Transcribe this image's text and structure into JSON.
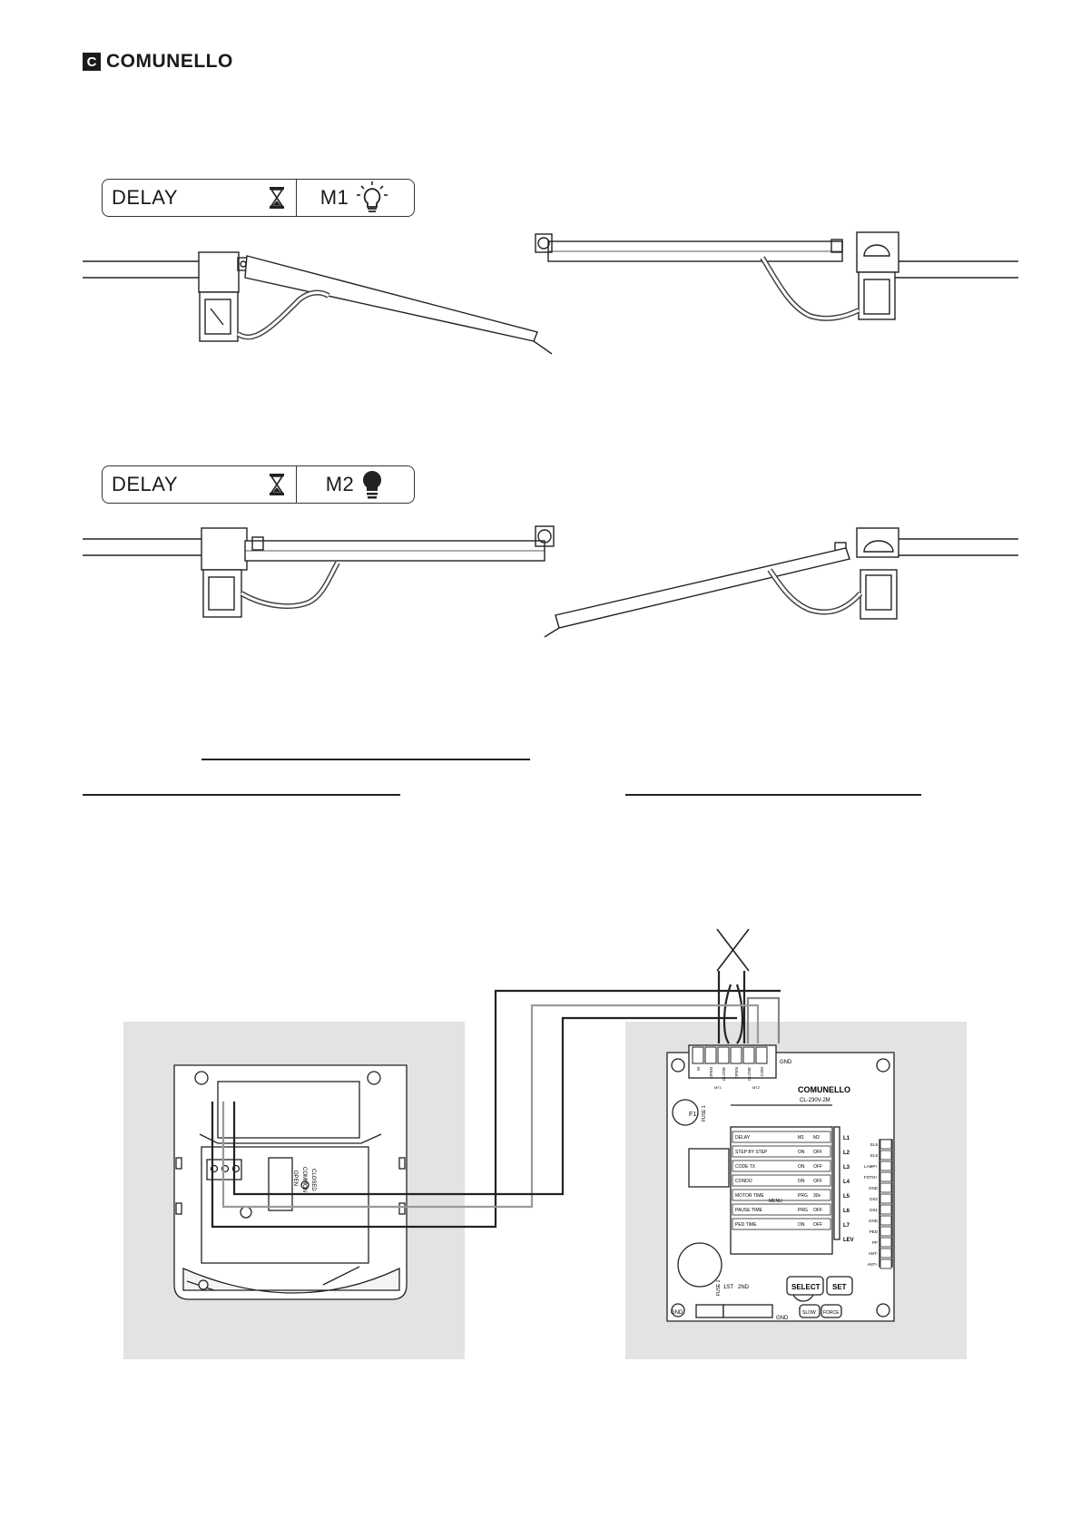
{
  "brand": {
    "name": "COMUNELLO",
    "mark": "C"
  },
  "panel1": {
    "left_label": "DELAY",
    "hourglass": "hourglass-icon",
    "right_label": "M1",
    "bulb": "bulb-on-icon"
  },
  "panel2": {
    "left_label": "DELAY",
    "hourglass": "hourglass-icon",
    "right_label": "M2",
    "bulb": "bulb-filled-icon"
  },
  "board": {
    "brand": "COMUNELLO",
    "model": "CL-230V-2M",
    "gnd_label": "GND",
    "fuse1": "FUSE 1",
    "fuse2": "FUSE 2",
    "f_label": "F1",
    "top_terminals": [
      "M",
      "OPEN",
      "CLOSE",
      "OPEN",
      "CLOSE",
      "COM"
    ],
    "motor_groups": [
      "MT1",
      "MT2"
    ],
    "menu": [
      {
        "name": "DELAY",
        "val1": "M1",
        "val2": "M2"
      },
      {
        "name": "STEP BY STEP",
        "val1": "ON",
        "val2": "OFF"
      },
      {
        "name": "CODE TX",
        "val1": "ON",
        "val2": "OFF"
      },
      {
        "name": "CONDO",
        "val1": "ON",
        "val2": "OFF"
      },
      {
        "name": "MOTOR TIME",
        "val1": "PRG",
        "val2": "30s"
      },
      {
        "name": "PAUSE TIME",
        "val1": "PRG",
        "val2": "OFF"
      },
      {
        "name": "PED TIME",
        "val1": "ON",
        "val2": "OFF"
      }
    ],
    "menu_button": "MENU",
    "leds": [
      "L1",
      "L2",
      "L3",
      "L4",
      "L5",
      "L6",
      "L7",
      "LEV"
    ],
    "right_terminals": [
      "EL5",
      "EL5",
      "LAMP+",
      "FOTO+",
      "GND",
      "DS2",
      "DS1",
      "GND",
      "PED",
      "PP",
      "ANT-",
      "ANT+"
    ],
    "select": "SELECT",
    "set": "SET",
    "btn_1st": "1ST",
    "btn_2nd": "2ND",
    "slow": "SLOW",
    "force": "FORCE",
    "gnd_bottom_left": "GND",
    "gnd_bottom": "GND"
  },
  "receiver": {
    "terminal_labels": [
      "OPEN",
      "COMMON",
      "CLOSED"
    ]
  }
}
